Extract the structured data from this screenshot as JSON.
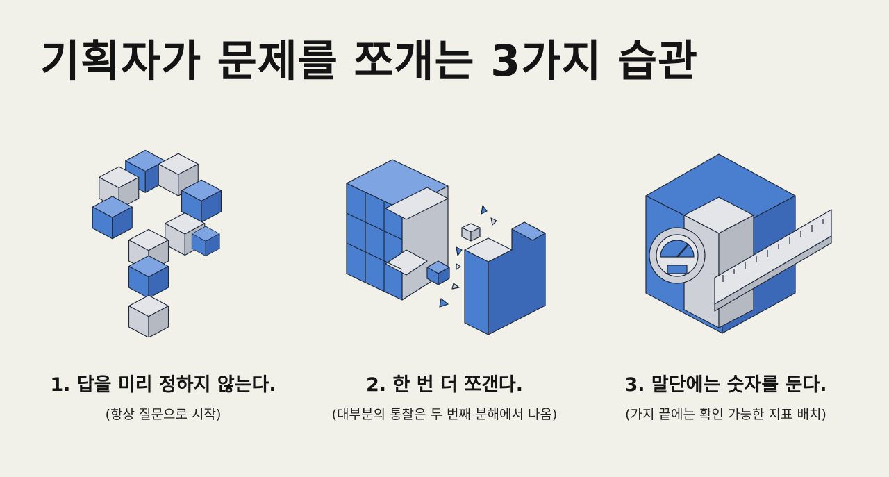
{
  "title": "기획자가 문제를 쪼개는 3가지 습관",
  "habits": [
    {
      "caption": "1. 답을 미리 정하지 않는다.",
      "note": "(항상 질문으로 시작)",
      "illustration": "question-mark-cubes"
    },
    {
      "caption": "2. 한 번 더 쪼갠다.",
      "note": "(대부분의 통찰은 두 번째 분해에서 나옴)",
      "illustration": "splitting-cube"
    },
    {
      "caption": "3. 말단에는 숫자를 둔다.",
      "note": "(가지 끝에는 확인 가능한 지표 배치)",
      "illustration": "cube-gauge-ruler"
    }
  ],
  "colors": {
    "blue": "#4a7fd0",
    "gray": "#cdd0d6",
    "background": "#f1f0e9",
    "outline": "#1f2a3d"
  }
}
